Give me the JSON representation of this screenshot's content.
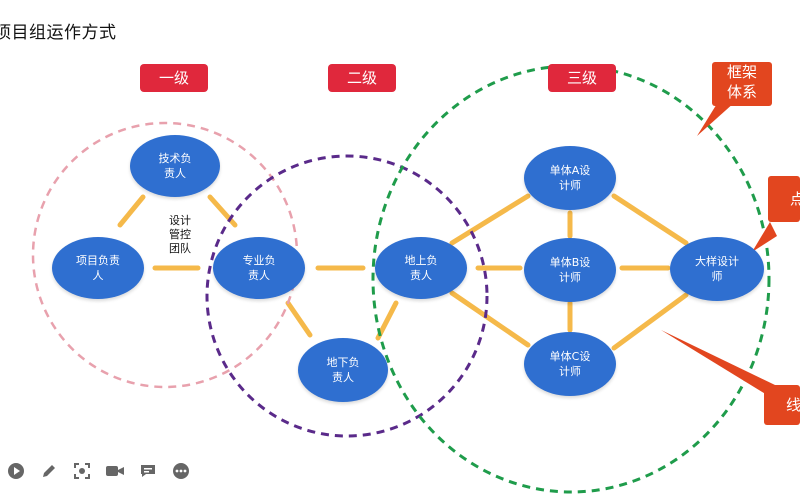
{
  "title": "项目组运作方式",
  "levels": [
    "一级",
    "二级",
    "三级"
  ],
  "center_label": "设计\n管控\n团队",
  "nodes": {
    "tech_lead": "技术负\n责人",
    "project_lead": "项目负责\n人",
    "discipline_lead": "专业负\n责人",
    "underground_lead": "地下负\n责人",
    "aboveground_lead": "地上负\n责人",
    "unit_a": "单体A设\n计师",
    "unit_b": "单体B设\n计师",
    "unit_c": "单体C设\n计师",
    "detail_designer": "大样设计\n师"
  },
  "callouts": {
    "framework": "框架\n体系",
    "point": "点",
    "line": "线"
  },
  "colors": {
    "level_bg": "#e0283c",
    "node_fill": "#2f6fd0",
    "connector": "#f5b94a",
    "circle_level1": "#e8a1ad",
    "circle_level2": "#5a2a8a",
    "circle_level3": "#1f9c4b",
    "callout_bg": "#e2461f"
  },
  "toolbar": [
    "play-icon",
    "pen-icon",
    "screenshot-icon",
    "camera-icon",
    "comment-icon",
    "more-icon"
  ]
}
